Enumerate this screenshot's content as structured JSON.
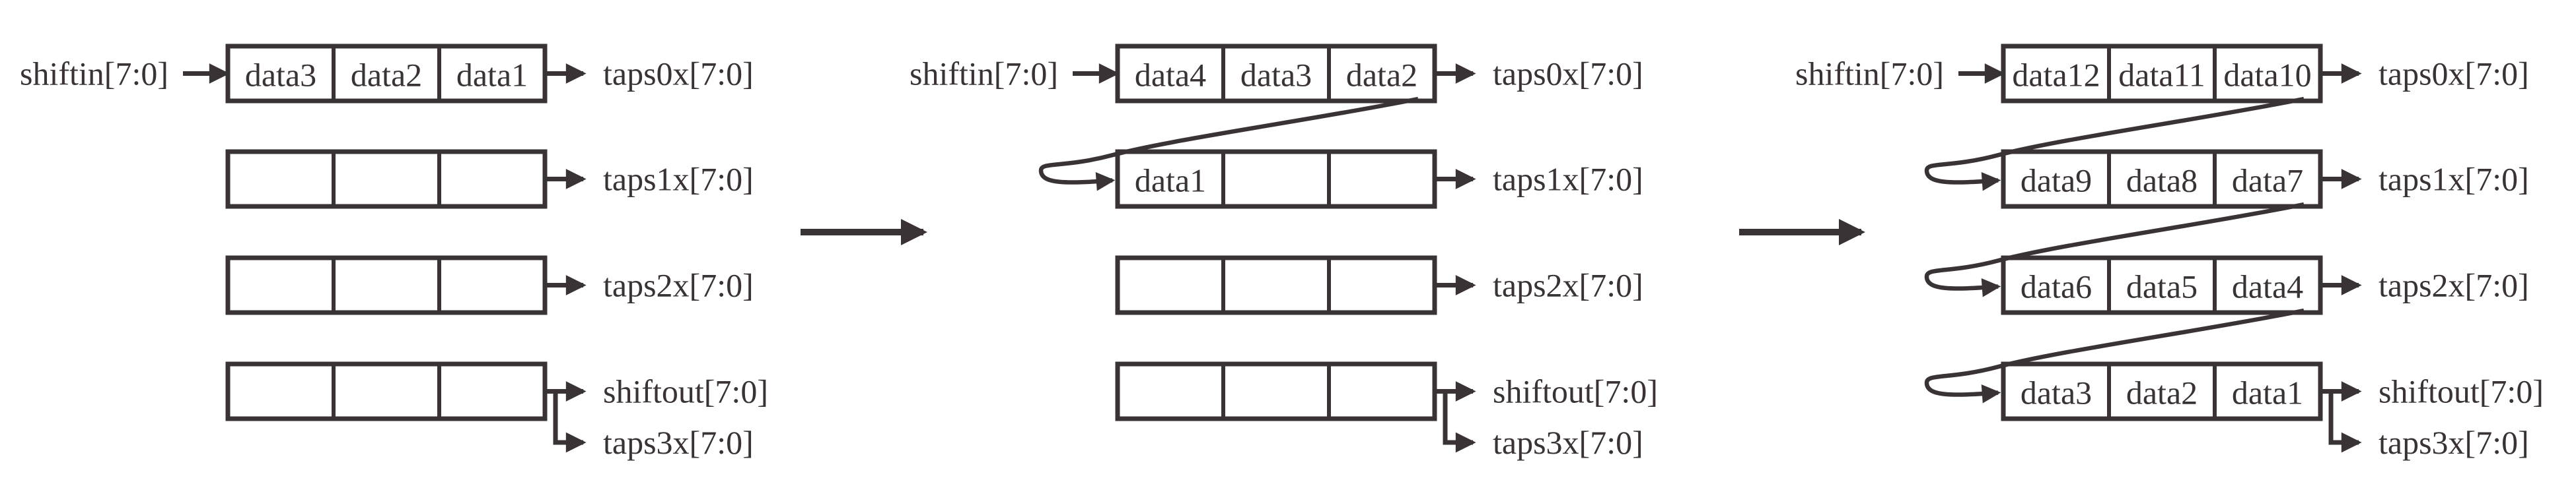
{
  "diagram": {
    "title": "shift register taps progression",
    "ink_color": "#3a3335",
    "background_color": "#ffffff",
    "panels": [
      {
        "input_label": "shiftin[7:0]",
        "rows": [
          {
            "cells": [
              "data3",
              "data2",
              "data1"
            ],
            "outputs": [
              "taps0x[7:0]"
            ],
            "carry_in": false
          },
          {
            "cells": [
              "",
              "",
              ""
            ],
            "outputs": [
              "taps1x[7:0]"
            ],
            "carry_in": false
          },
          {
            "cells": [
              "",
              "",
              ""
            ],
            "outputs": [
              "taps2x[7:0]"
            ],
            "carry_in": false
          },
          {
            "cells": [
              "",
              "",
              ""
            ],
            "outputs": [
              "shiftout[7:0]",
              "taps3x[7:0]"
            ],
            "carry_in": false
          }
        ]
      },
      {
        "input_label": "shiftin[7:0]",
        "rows": [
          {
            "cells": [
              "data4",
              "data3",
              "data2"
            ],
            "outputs": [
              "taps0x[7:0]"
            ],
            "carry_in": false
          },
          {
            "cells": [
              "data1",
              "",
              ""
            ],
            "outputs": [
              "taps1x[7:0]"
            ],
            "carry_in": true
          },
          {
            "cells": [
              "",
              "",
              ""
            ],
            "outputs": [
              "taps2x[7:0]"
            ],
            "carry_in": false
          },
          {
            "cells": [
              "",
              "",
              ""
            ],
            "outputs": [
              "shiftout[7:0]",
              "taps3x[7:0]"
            ],
            "carry_in": false
          }
        ]
      },
      {
        "input_label": "shiftin[7:0]",
        "rows": [
          {
            "cells": [
              "data12",
              "data11",
              "data10"
            ],
            "outputs": [
              "taps0x[7:0]"
            ],
            "carry_in": false
          },
          {
            "cells": [
              "data9",
              "data8",
              "data7"
            ],
            "outputs": [
              "taps1x[7:0]"
            ],
            "carry_in": true
          },
          {
            "cells": [
              "data6",
              "data5",
              "data4"
            ],
            "outputs": [
              "taps2x[7:0]"
            ],
            "carry_in": true
          },
          {
            "cells": [
              "data3",
              "data2",
              "data1"
            ],
            "outputs": [
              "shiftout[7:0]",
              "taps3x[7:0]"
            ],
            "carry_in": true
          }
        ]
      }
    ]
  }
}
